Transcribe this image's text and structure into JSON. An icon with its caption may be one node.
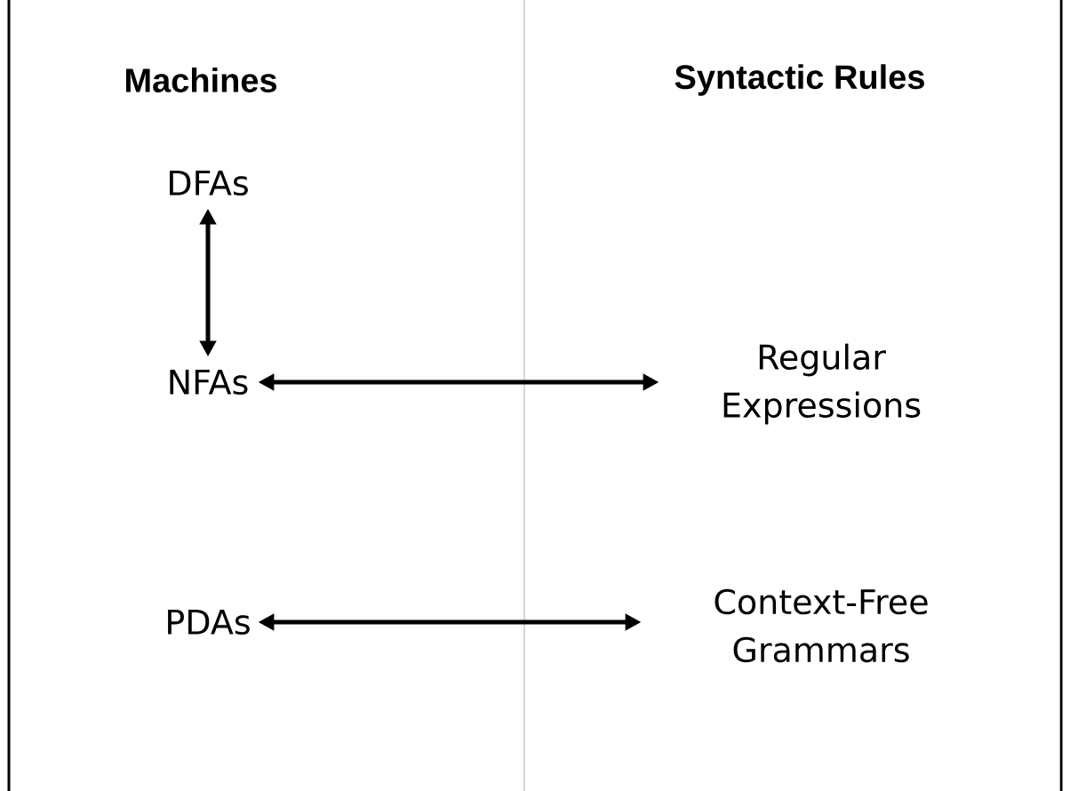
{
  "diagram": {
    "nodes": [
      {
        "text": [
          "DFAs"
        ]
      },
      {
        "text": [
          "NFAs"
        ]
      },
      {
        "text": [
          "Regular Expressions"
        ]
      },
      {
        "text": [
          "PDAs"
        ]
      },
      {
        "text": [
          "Context-Free Grammars"
        ]
      }
    ],
    "edges": [
      {
        "from": 0,
        "to": 1,
        "arrow": "both"
      },
      {
        "from": 1,
        "to": 2,
        "arrow": "both"
      },
      {
        "from": 3,
        "to": 4,
        "arrow": "both"
      }
    ],
    "labels": [
      "Machines",
      "Syntactic Rules"
    ]
  }
}
